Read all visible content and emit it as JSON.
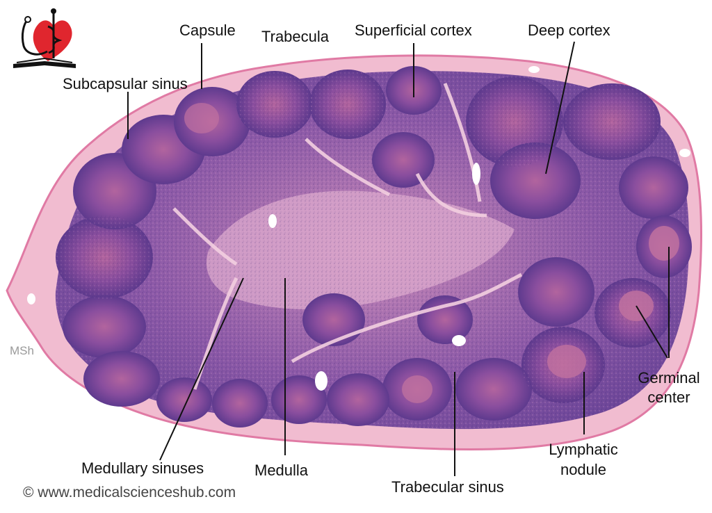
{
  "labels": {
    "capsule": "Capsule",
    "trabecula": "Trabecula",
    "superficial_cortex": "Superficial cortex",
    "deep_cortex": "Deep cortex",
    "subcapsular_sinus": "Subcapsular sinus",
    "germinal_center": "Germinal center",
    "lymphatic_nodule": "Lymphatic nodule",
    "medullary_sinuses": "Medullary sinuses",
    "medulla": "Medulla",
    "trabecular_sinus": "Trabecular sinus"
  },
  "watermark": "MSh",
  "copyright": "© www.medicalscienceshub.com",
  "logo_icon": "heart-caduceus-book-logo",
  "colors": {
    "capsule_pink": "#e48fb1",
    "parenchyma_purple": "#7a4a9e",
    "nodule_dark": "#5d3d8f",
    "germinal_pink": "#a85c9a",
    "medulla_light": "#d9a6c6",
    "logo_red": "#e0262e"
  }
}
